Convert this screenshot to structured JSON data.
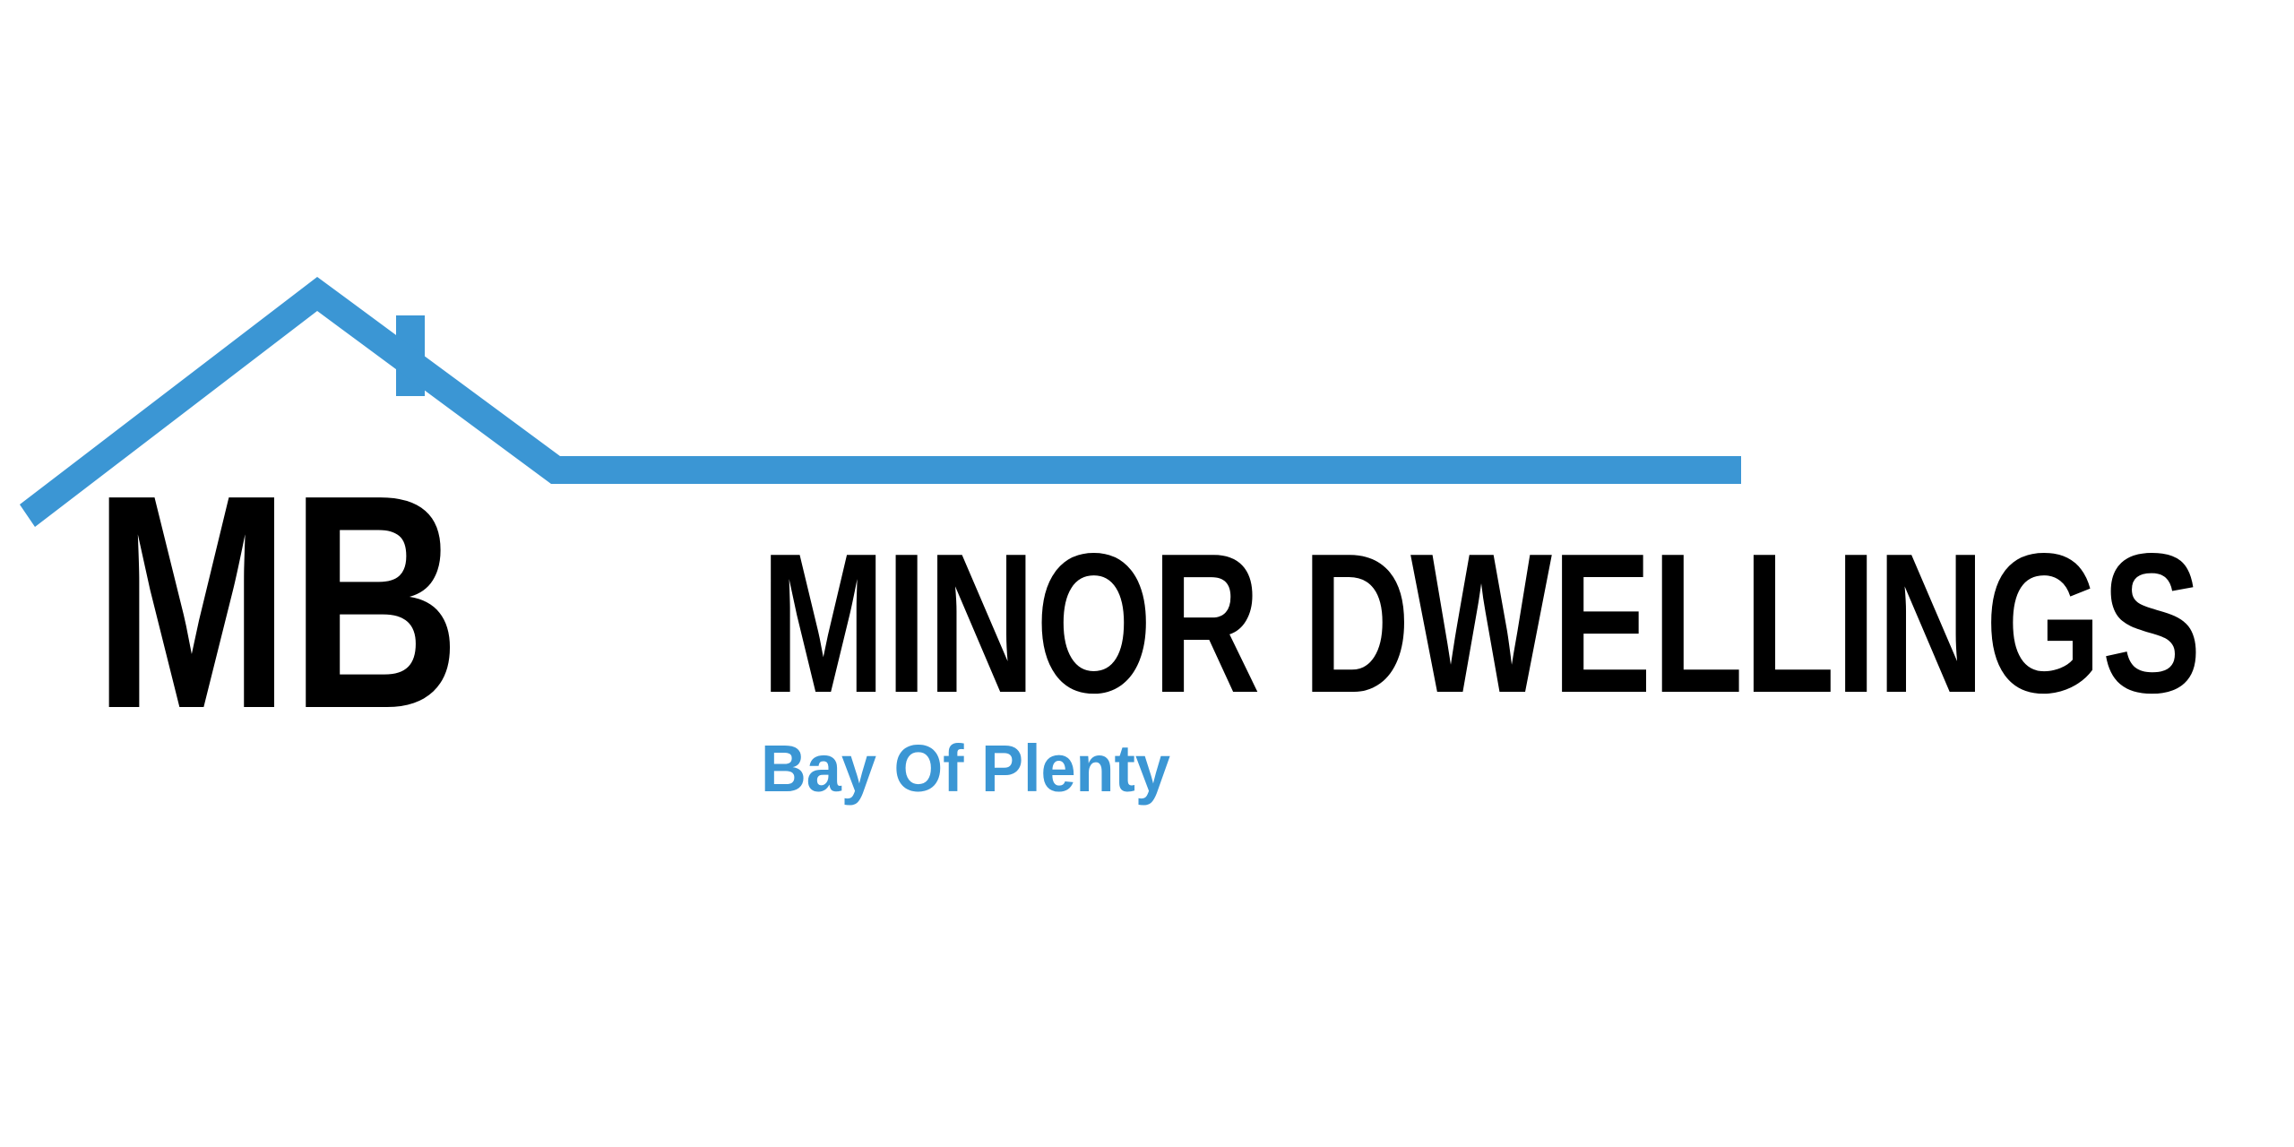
{
  "logo": {
    "monogram": "MB",
    "company_name": "MINOR DWELLINGS",
    "tagline": "Bay Of Plenty",
    "colors": {
      "accent": "#3b96d4",
      "text": "#000000",
      "background": "#ffffff"
    },
    "icon": "house-roof-icon"
  }
}
